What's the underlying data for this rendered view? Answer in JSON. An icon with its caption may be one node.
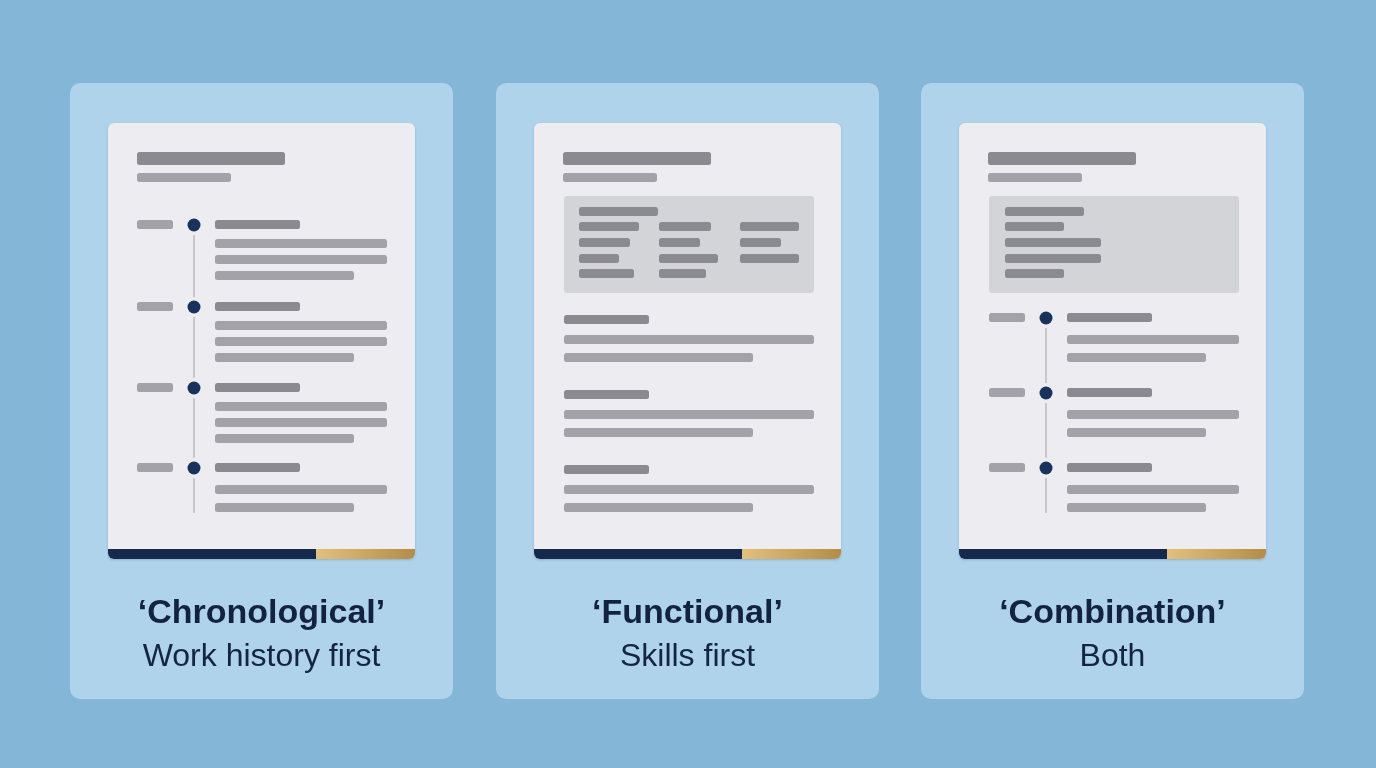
{
  "diagram": {
    "nodes": [
      {
        "text": [
          "‘Chronological’",
          "Work history first"
        ]
      },
      {
        "text": [
          "‘Functional’",
          "Skills first"
        ]
      },
      {
        "text": [
          "‘Combination’",
          "Both"
        ]
      }
    ]
  }
}
